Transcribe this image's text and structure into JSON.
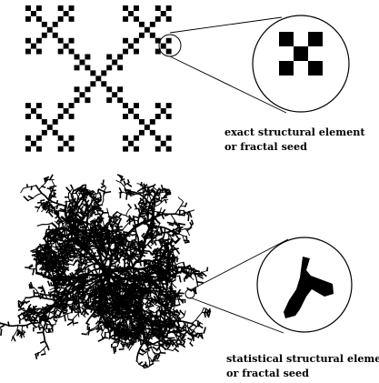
{
  "diagram": {
    "exact": {
      "caption_line1": "exact structural element",
      "caption_line2": "or fractal seed"
    },
    "statistical": {
      "caption_line1": "statistical structural element",
      "caption_line2": "or fractal seed"
    },
    "colors": {
      "ink": "#000000",
      "background": "#ffffff"
    }
  }
}
